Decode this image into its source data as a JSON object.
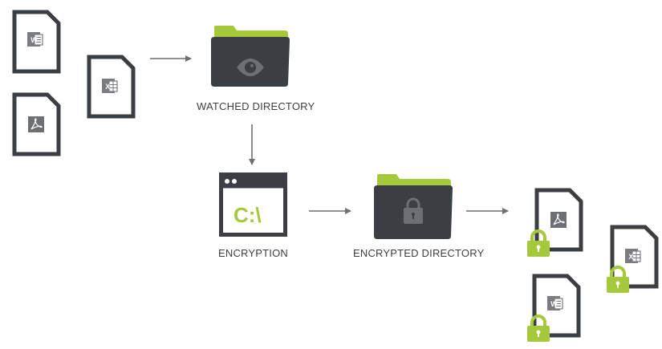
{
  "labels": {
    "watched_directory": "WATCHED DIRECTORY",
    "encryption": "ENCRYPTION",
    "encrypted_directory": "ENCRYPTED DIRECTORY"
  },
  "terminal": {
    "prompt_text": "C:\\"
  },
  "file_badges": {
    "word": "W",
    "excel": "X"
  },
  "colors": {
    "dark": "#3b3e42",
    "accent": "#a5c93a",
    "gray": "#6d6f72",
    "arrow": "#6d6f72"
  },
  "icons": {
    "watched_folder": "folder-eye-icon",
    "encrypted_folder": "folder-lock-icon",
    "terminal": "terminal-window-icon",
    "word_file": "word-file-icon",
    "excel_file": "excel-file-icon",
    "pdf_file": "pdf-file-icon",
    "padlock": "padlock-icon"
  }
}
